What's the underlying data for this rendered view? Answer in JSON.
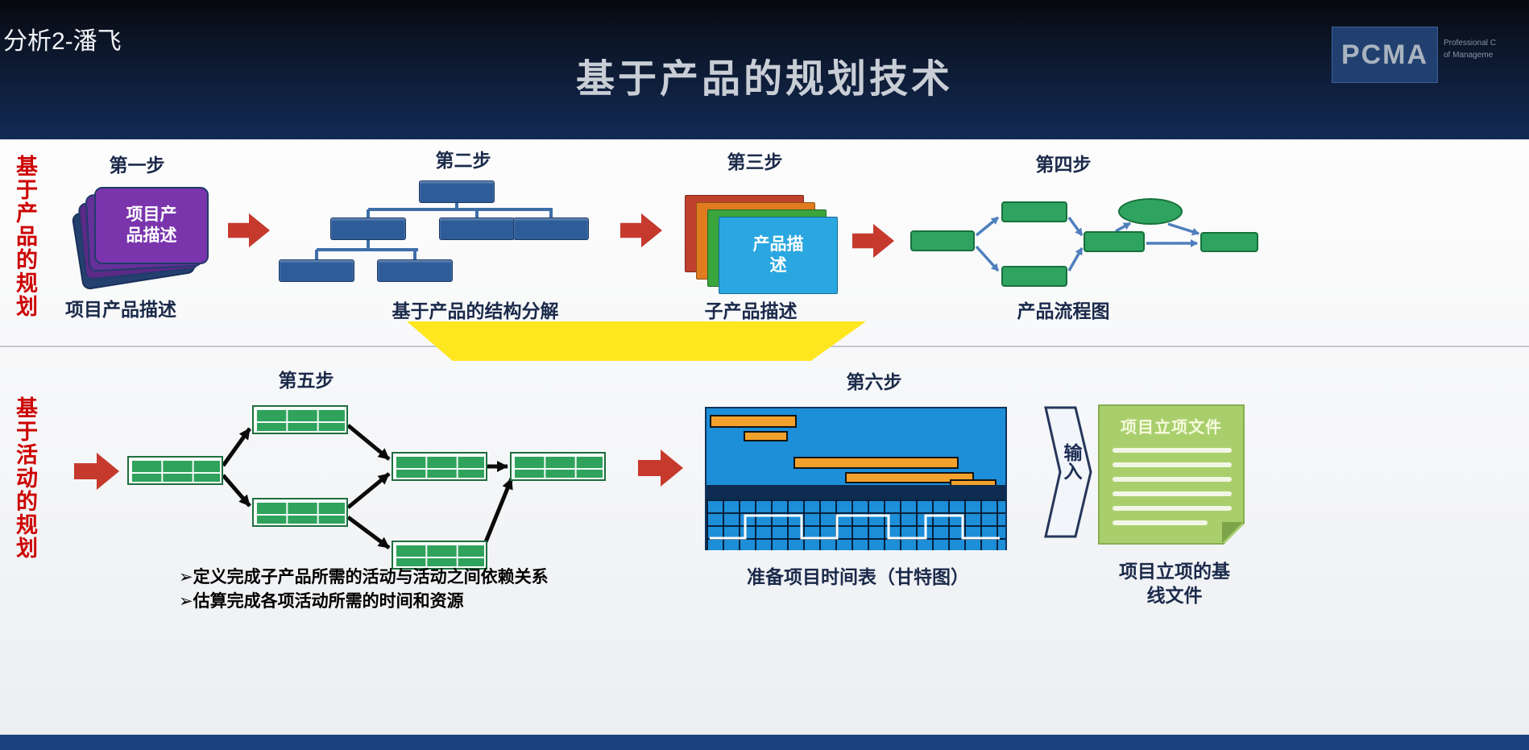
{
  "overlay": {
    "caption": "分析2-潘飞"
  },
  "header": {
    "title": "基于产品的规划技术",
    "logo": {
      "text": "PCMA",
      "line1": "Professional C",
      "line2": "of Manageme"
    }
  },
  "top_band": {
    "side_label": "基于产品的规划",
    "step1": {
      "label": "第一步",
      "card_text": "项目产品描述",
      "caption": "项目产品描述"
    },
    "step2": {
      "label": "第二步",
      "caption": "基于产品的结构分解"
    },
    "step3": {
      "label": "第三步",
      "card_text": "产品描述",
      "caption": "子产品描述"
    },
    "step4": {
      "label": "第四步",
      "caption": "产品流程图"
    }
  },
  "bottom_band": {
    "side_label": "基于活动的规划",
    "step5": {
      "label": "第五步",
      "bullet1": "➢定义完成子产品所需的活动与活动之间依赖关系",
      "bullet2": "➢估算完成各项活动所需的时间和资源"
    },
    "step6": {
      "label": "第六步",
      "caption": "准备项目时间表（甘特图）"
    },
    "input_label": "输入",
    "document": {
      "title": "项目立项文件",
      "caption": "项目立项的基线文件"
    }
  },
  "colors": {
    "side_label_red": "#cc0000",
    "arrow_red": "#c63a2e",
    "wbs_blue": "#2e5c99",
    "flow_green": "#2fa360",
    "card_purple": "#7a35ad",
    "funnel_yellow": "#ffe71f",
    "gantt_blue": "#1d8ed8",
    "gantt_orange": "#f2a22c",
    "document_green": "#a9cf6d"
  }
}
